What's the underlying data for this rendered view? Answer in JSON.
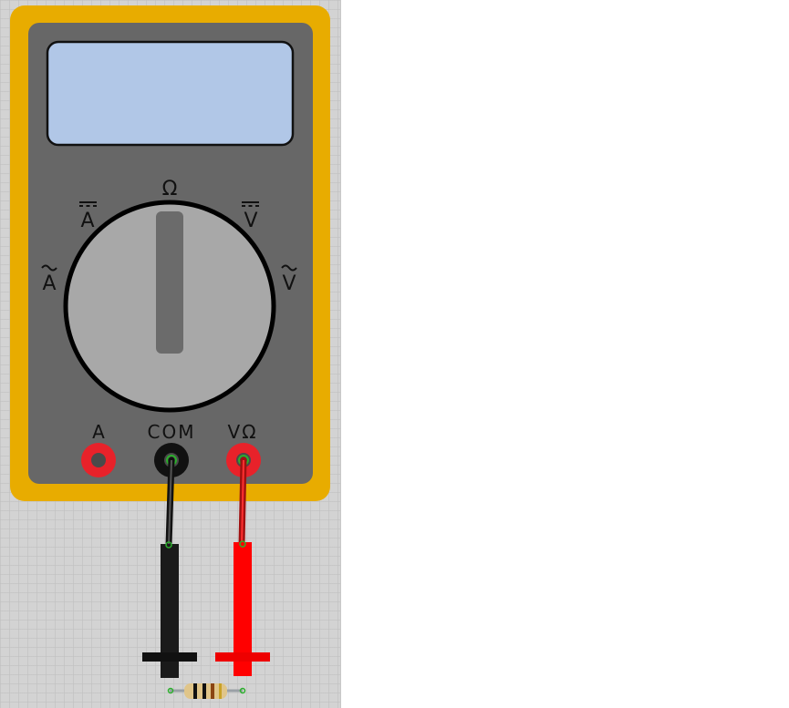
{
  "multimeter": {
    "display": {
      "value": ""
    },
    "dial": {
      "modes": {
        "ohm": "Ω",
        "dc_amps": "A",
        "dc_volts": "V",
        "ac_amps": "A",
        "ac_volts": "V"
      }
    },
    "ports": {
      "amps": "A",
      "common": "COM",
      "volt_ohm": "VΩ"
    }
  },
  "colors": {
    "body": "#e8ac00",
    "panel": "#676767",
    "screen": "#b1c7e7",
    "dial": "#a8a8a8",
    "port_red": "#e8222a",
    "port_black": "#111111",
    "probe_red": "#ff0000",
    "probe_black": "#1a1a1a",
    "grid_bg": "#d3d3d3"
  },
  "component": {
    "type": "resistor",
    "bands": [
      "black",
      "black",
      "brown",
      "gold"
    ]
  }
}
